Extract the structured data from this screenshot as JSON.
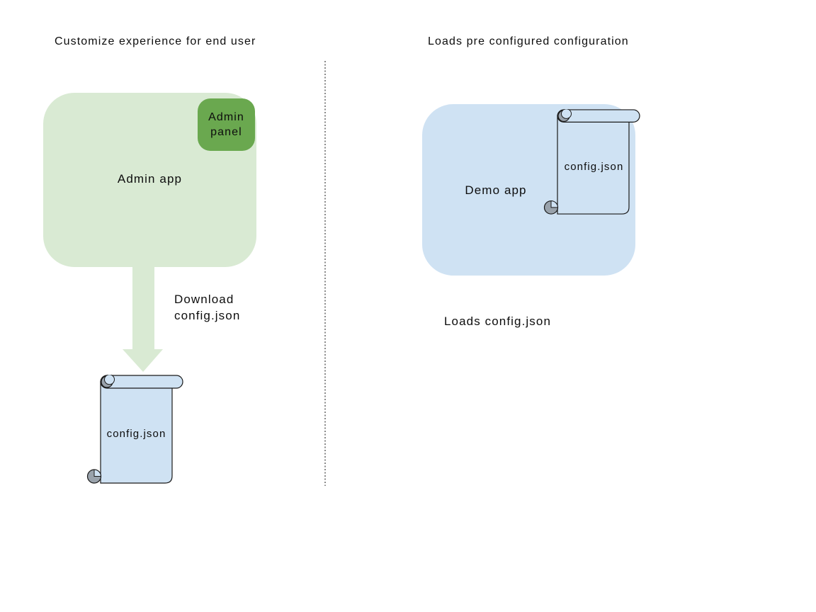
{
  "diagram": {
    "left": {
      "title": "Customize experience for end user",
      "admin_app_label": "Admin app",
      "admin_panel_line1": "Admin",
      "admin_panel_line2": "panel",
      "download_line1": "Download",
      "download_line2": "config.json",
      "scroll_label": "config.json"
    },
    "right": {
      "title": "Loads pre configured configuration",
      "demo_app_label": "Demo app",
      "scroll_label": "config.json",
      "caption": "Loads config.json"
    },
    "colors": {
      "admin_app_fill": "#d9ead3",
      "admin_panel_fill": "#6aa84f",
      "arrow_fill": "#d9ead3",
      "demo_app_fill": "#cfe2f3",
      "scroll_fill": "#cfe2f3",
      "scroll_curl_fill": "#99a2ab",
      "outline": "#1a1a1a",
      "divider_dots": "#8a8a8a"
    }
  }
}
